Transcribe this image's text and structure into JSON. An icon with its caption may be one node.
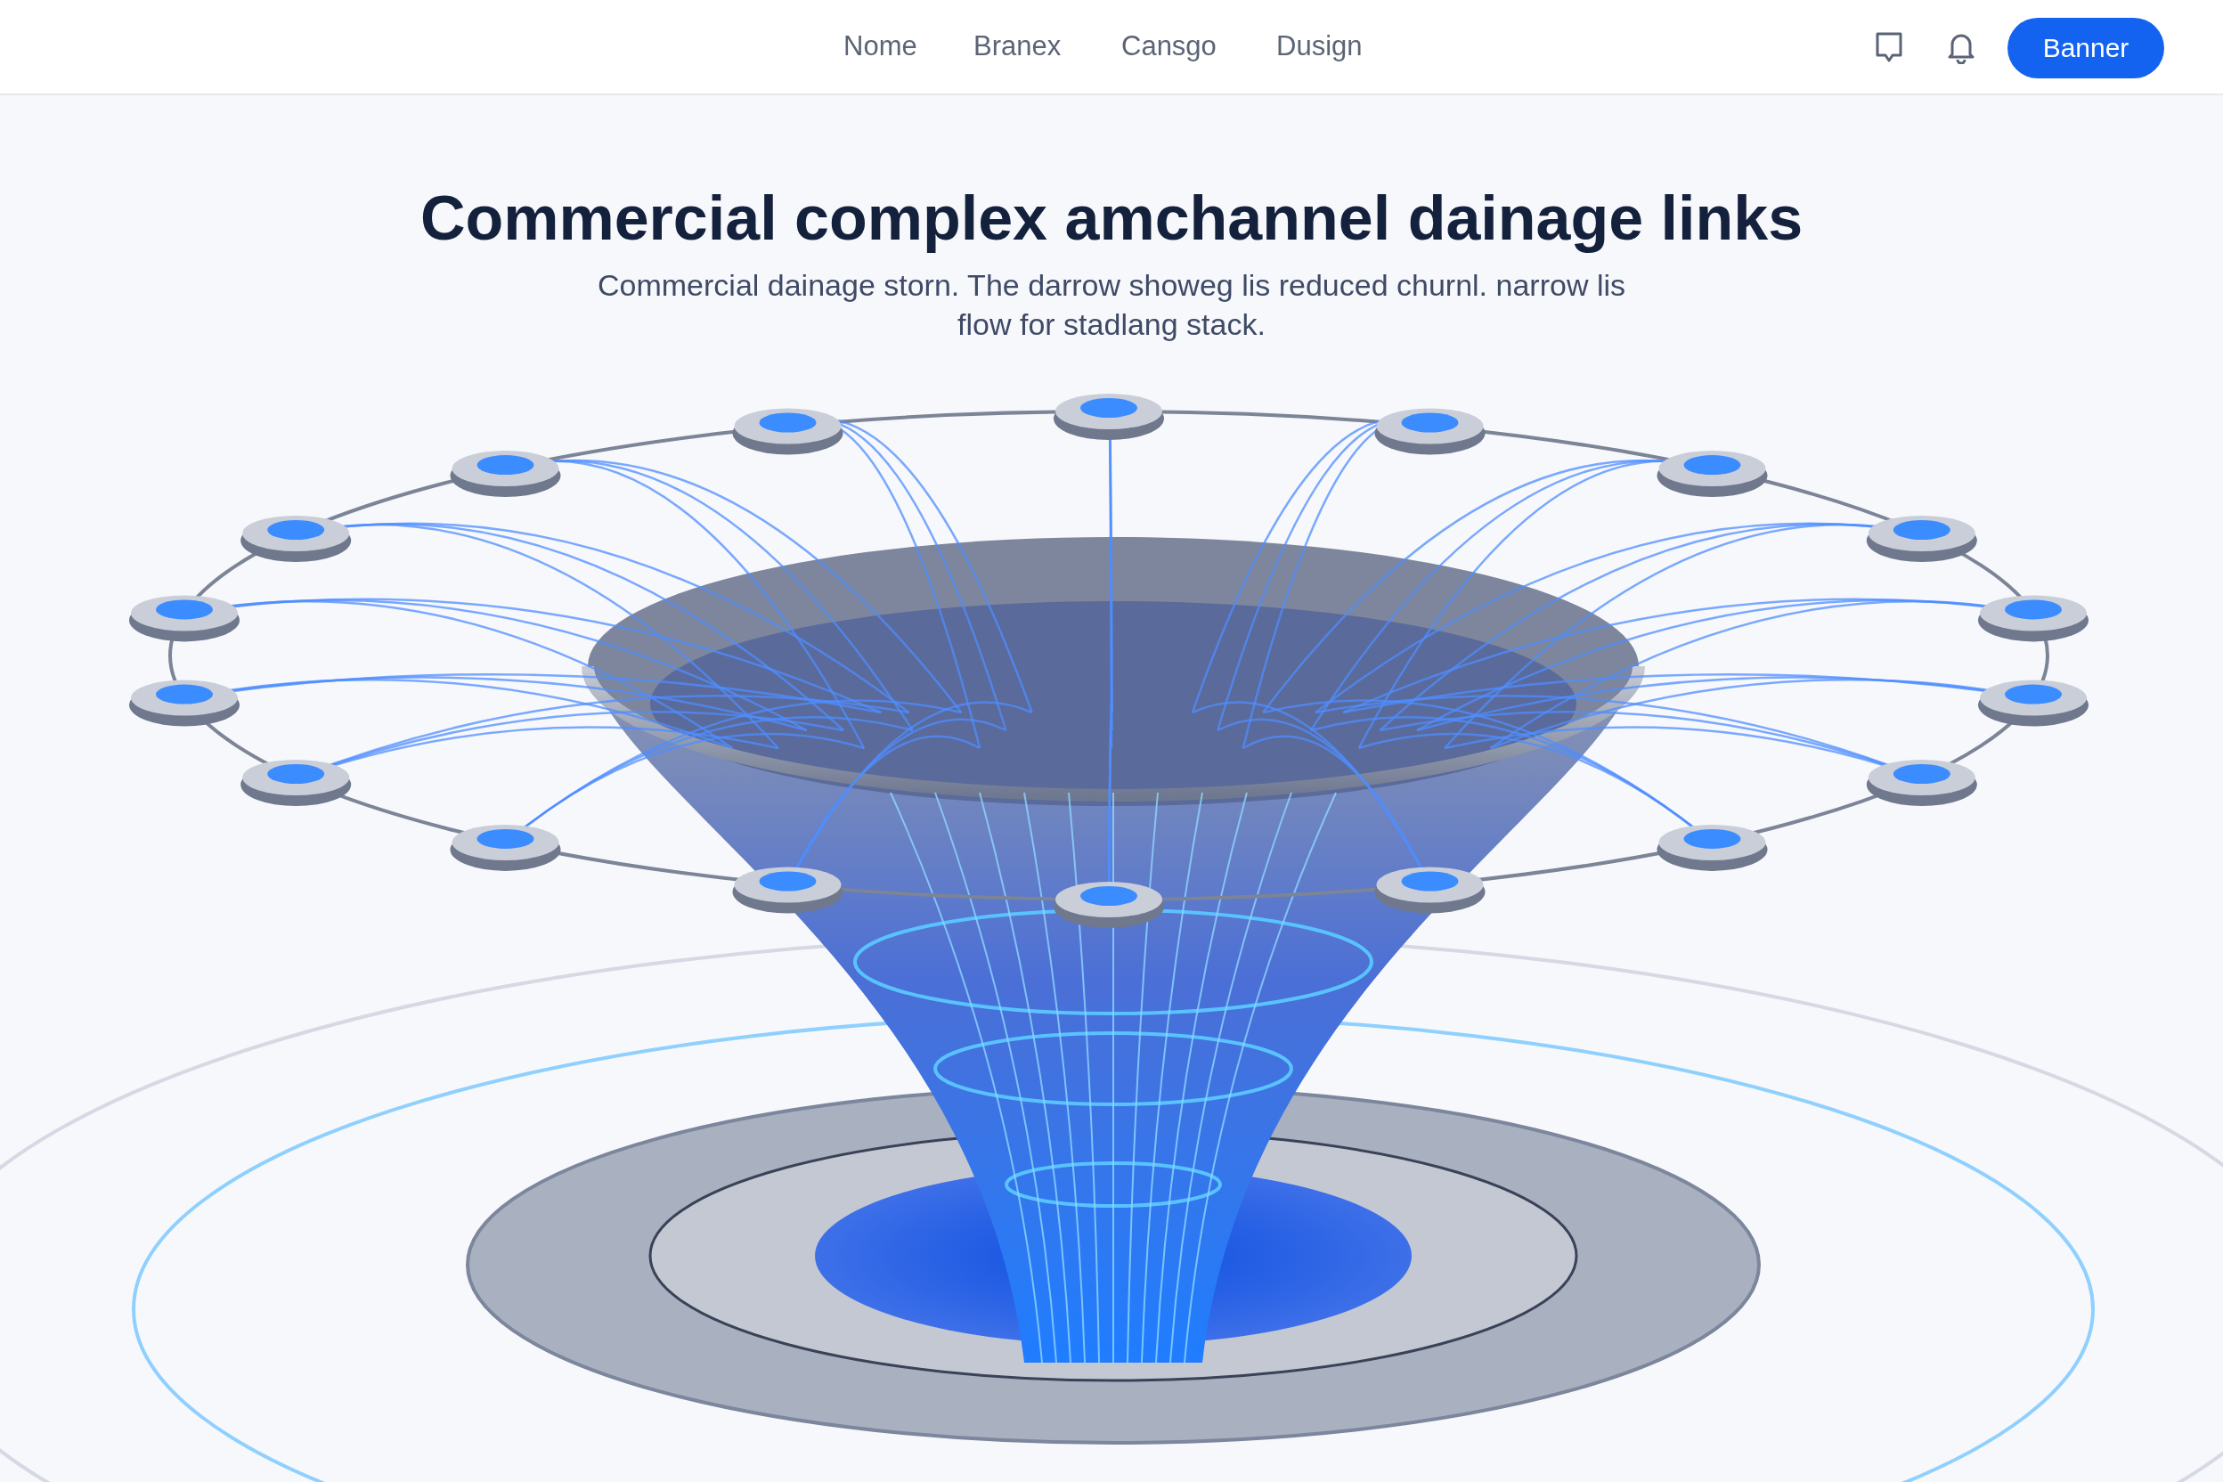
{
  "diagram": {
    "title": "Commercial complex amchannel dainage links",
    "caption": "Commercial dainage storn. The darrow showeg lis reduced churnl. narrow lis flow for stadlang stack.",
    "labels": [
      "Nome",
      "Branex",
      "Cansgo",
      "Dusign",
      "Banner"
    ]
  }
}
